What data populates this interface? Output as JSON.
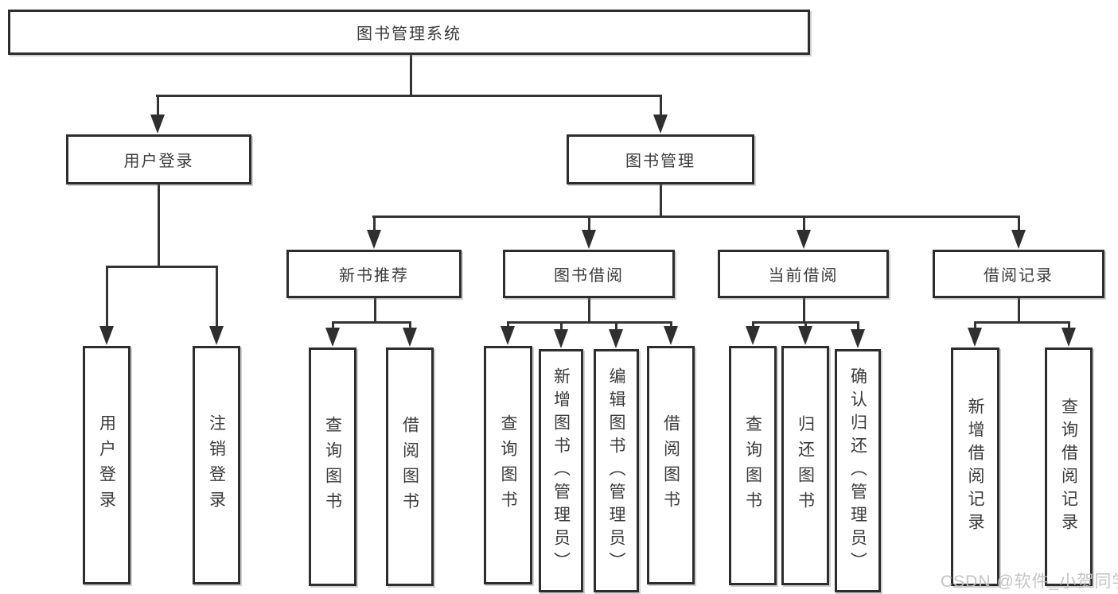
{
  "tree": {
    "root": "图书管理系统",
    "children": [
      {
        "label": "用户登录",
        "children": [
          {
            "label": "用户登录"
          },
          {
            "label": "注销登录"
          }
        ]
      },
      {
        "label": "图书管理",
        "children": [
          {
            "label": "新书推荐",
            "children": [
              {
                "label": "查询图书"
              },
              {
                "label": "借阅图书"
              }
            ]
          },
          {
            "label": "图书借阅",
            "children": [
              {
                "label": "查询图书"
              },
              {
                "label": "新增图书（管理员）"
              },
              {
                "label": "编辑图书（管理员）"
              },
              {
                "label": "借阅图书"
              }
            ]
          },
          {
            "label": "当前借阅",
            "children": [
              {
                "label": "查询图书"
              },
              {
                "label": "归还图书"
              },
              {
                "label": "确认归还（管理员）"
              }
            ]
          },
          {
            "label": "借阅记录",
            "children": [
              {
                "label": "新增借阅记录"
              },
              {
                "label": "查询借阅记录"
              }
            ]
          }
        ]
      }
    ]
  },
  "watermark": {
    "text": "CSDN @软件_小贺同学"
  },
  "colors": {
    "line": "#343434",
    "box_border": "#2d2d2d",
    "text": "#3a3a3a",
    "background": "#ffffff",
    "watermark": "#c1c1c1"
  }
}
